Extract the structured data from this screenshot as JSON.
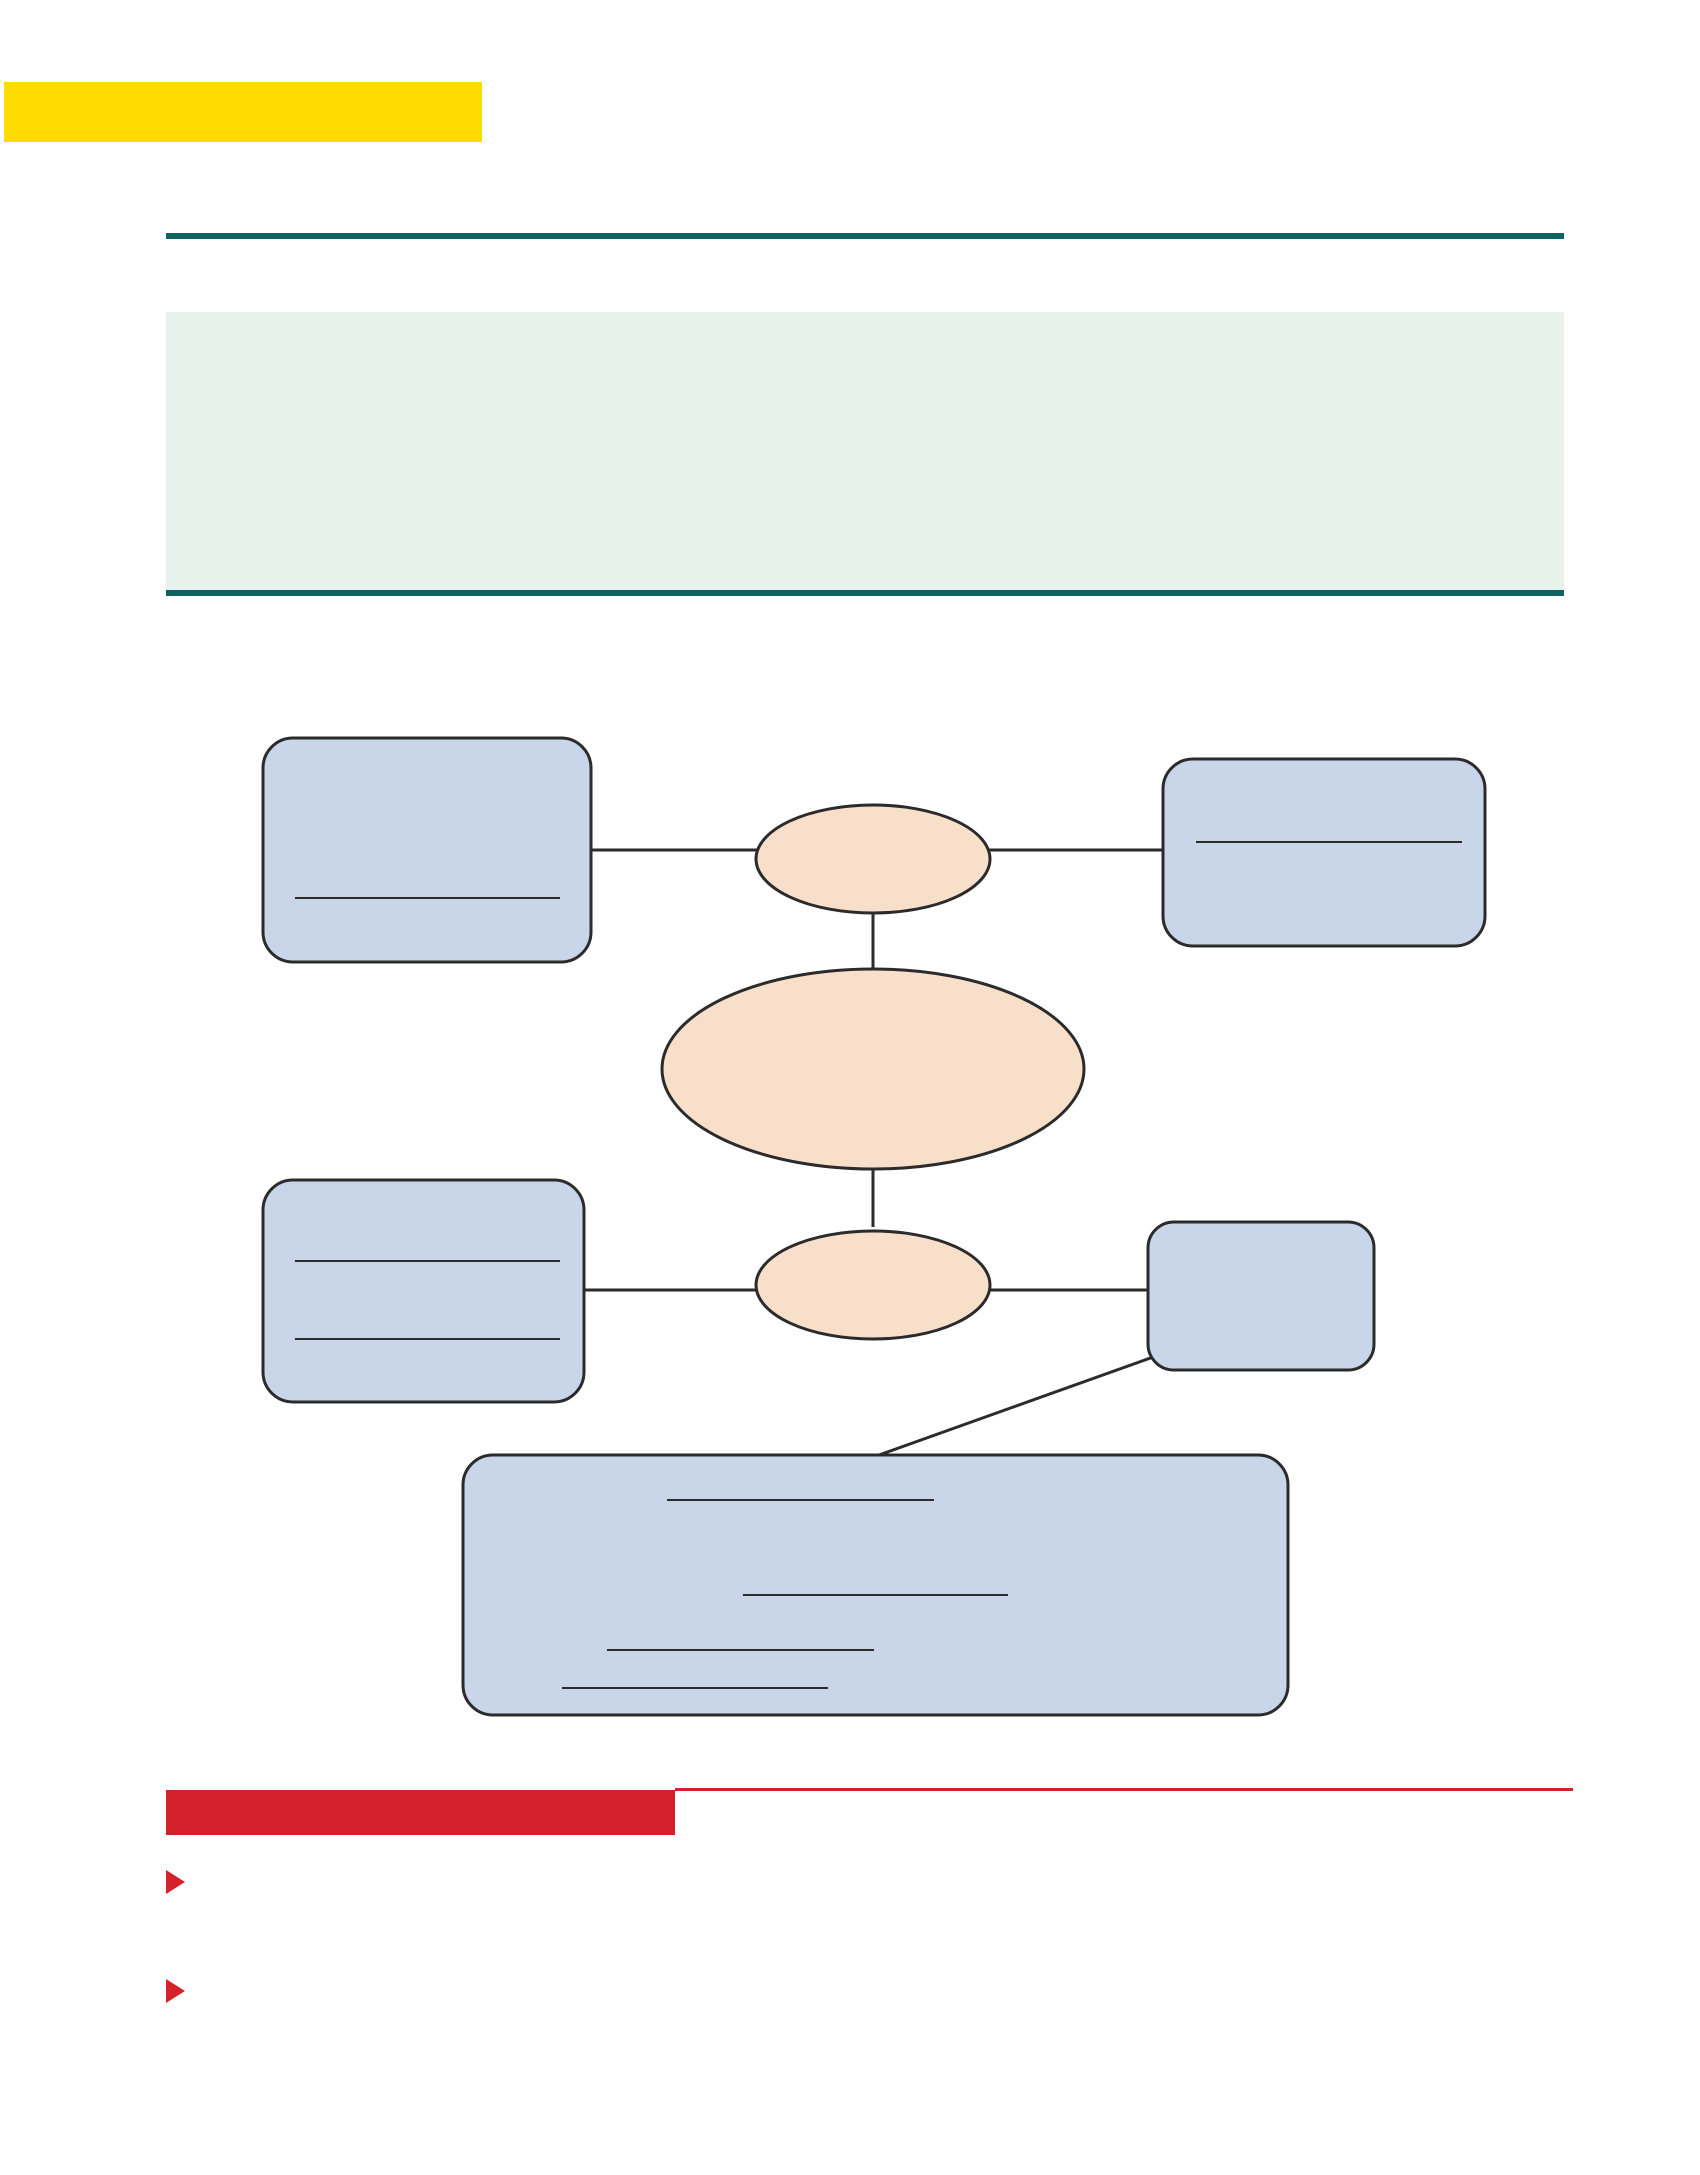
{
  "colors": {
    "header_tab": "#ffdc00",
    "rule": "#0f6360",
    "panel_background": "#e7f2ec",
    "box_fill": "#c9d5e9",
    "oval_fill": "#f8dfca",
    "accent": "#d4212b",
    "outline": "#2b2b2b"
  },
  "diagram": {
    "nodes": [
      {
        "name": "center-oval",
        "shape": "ellipse"
      },
      {
        "name": "upper-small-oval",
        "shape": "ellipse"
      },
      {
        "name": "lower-small-oval",
        "shape": "ellipse"
      },
      {
        "name": "top-left-box",
        "shape": "rounded-rectangle",
        "blank_lines": 1
      },
      {
        "name": "top-right-box",
        "shape": "rounded-rectangle",
        "blank_lines": 1
      },
      {
        "name": "bottom-left-box",
        "shape": "rounded-rectangle",
        "blank_lines": 2
      },
      {
        "name": "bottom-right-box",
        "shape": "rounded-rectangle",
        "blank_lines": 0
      },
      {
        "name": "bottom-wide-box",
        "shape": "rounded-rectangle",
        "blank_lines": 4
      }
    ]
  },
  "bullets": [
    {
      "icon": "triangle-bullet-icon"
    },
    {
      "icon": "triangle-bullet-icon"
    }
  ]
}
